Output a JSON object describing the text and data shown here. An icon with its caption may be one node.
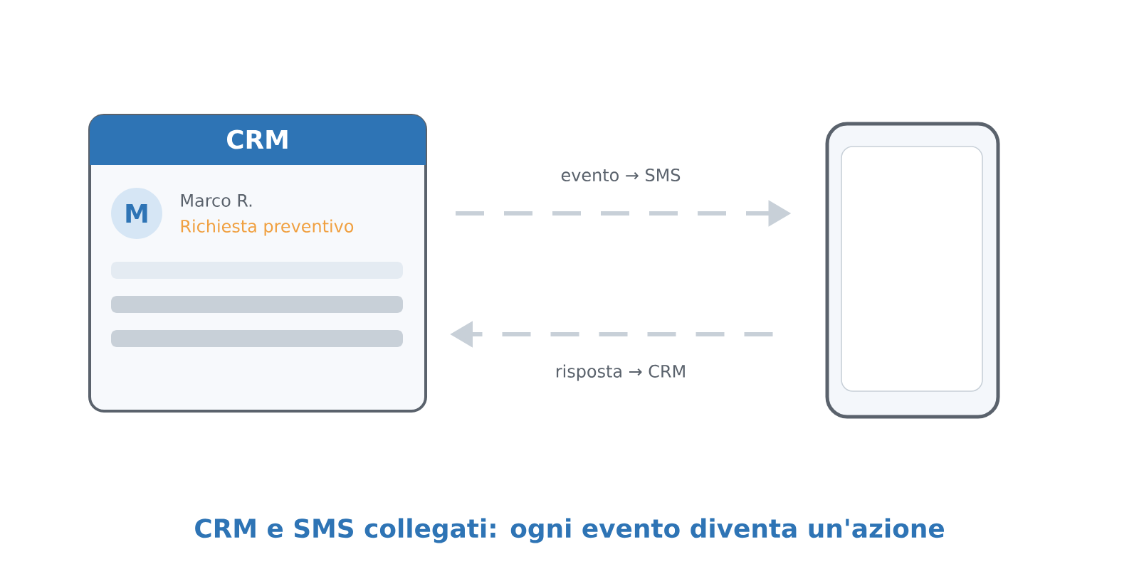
{
  "diagram": {
    "caption": "CRM e SMS collegati: ogni evento diventa un'azione",
    "nodes": [
      {
        "text": [
          "CRM"
        ]
      },
      {
        "text": [
          "M"
        ],
        "in": 0
      },
      {
        "text": [],
        "shape": "phone"
      }
    ],
    "edges": [
      {
        "from": 0,
        "to": 2,
        "arrow": "to",
        "style": "dashed",
        "label": "evento → SMS"
      },
      {
        "from": 2,
        "to": 0,
        "arrow": "to",
        "style": "dashed",
        "label": "risposta → CRM"
      }
    ],
    "labels": [
      "Marco R.",
      "Richiesta preventivo"
    ]
  }
}
